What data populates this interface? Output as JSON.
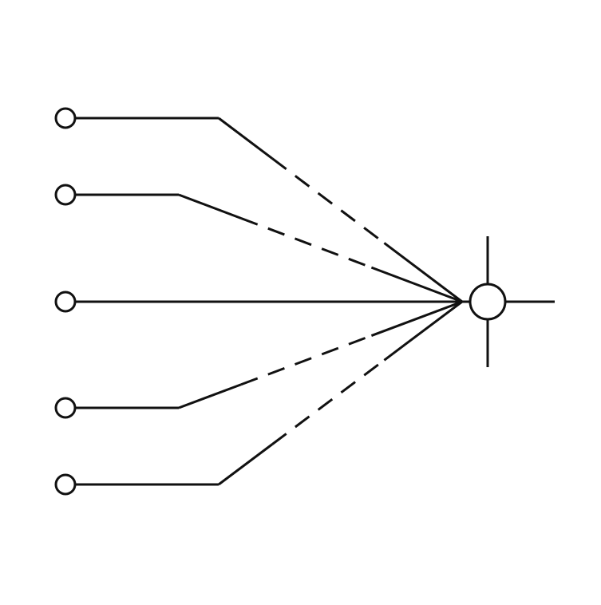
{
  "diagram": {
    "stroke_color": "#111111",
    "background_color": "#ffffff",
    "dash_pattern": "22 14",
    "inputs": [
      {
        "id": "input-1",
        "line_style": "dashed"
      },
      {
        "id": "input-2",
        "line_style": "dashed"
      },
      {
        "id": "input-3",
        "line_style": "solid"
      },
      {
        "id": "input-4",
        "line_style": "dashed"
      },
      {
        "id": "input-5",
        "line_style": "dashed"
      }
    ],
    "hub": {
      "type": "junction-node",
      "stubs": [
        "up",
        "down",
        "right"
      ]
    }
  }
}
